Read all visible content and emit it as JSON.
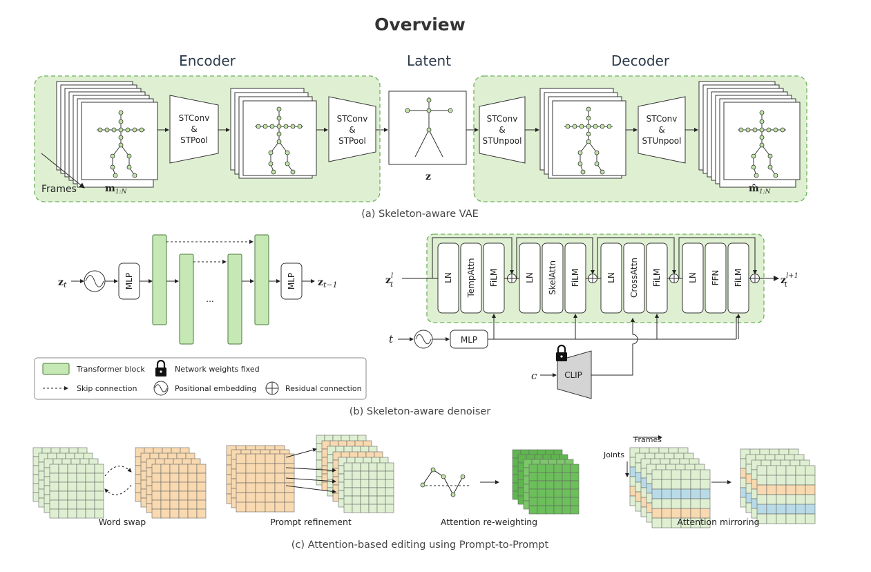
{
  "title": "Overview",
  "vae": {
    "encoder_label": "Encoder",
    "latent_label": "Latent",
    "decoder_label": "Decoder",
    "stconv_pool_1": [
      "STConv",
      "&",
      "STPool"
    ],
    "stconv_pool_2": [
      "STConv",
      "&",
      "STPool"
    ],
    "stconv_unpool_1": [
      "STConv",
      "&",
      "STUnpool"
    ],
    "stconv_unpool_2": [
      "STConv",
      "&",
      "STUnpool"
    ],
    "frames_label": "Frames",
    "input_symbol": "m",
    "input_subscript": "1:N",
    "latent_symbol": "z",
    "output_symbol": "m̂",
    "output_subscript": "1:N",
    "caption": "(a) Skeleton-aware VAE"
  },
  "denoiser": {
    "input_symbol": "z",
    "input_sub": "t",
    "output_symbol": "z",
    "output_sub": "t−1",
    "mlp_label": "MLP",
    "ellipsis": "...",
    "legend": {
      "transformer_block": "Transformer block",
      "weights_fixed": "Network weights fixed",
      "skip_connection": "Skip connection",
      "positional_embedding": "Positional embedding",
      "residual_connection": "Residual connection"
    },
    "block_input_symbol": "z",
    "block_input_sub": "t",
    "block_input_sup": "l",
    "block_output_symbol": "z",
    "block_output_sub": "t",
    "block_output_sup": "l+1",
    "layers": [
      [
        "LN",
        "TempAttn",
        "FiLM"
      ],
      [
        "LN",
        "SkelAttn",
        "FiLM"
      ],
      [
        "LN",
        "CrossAttn",
        "FiLM"
      ],
      [
        "LN",
        "FFN",
        "FiLM"
      ]
    ],
    "t_label": "t",
    "c_label": "c",
    "time_mlp_label": "MLP",
    "clip_label": "CLIP",
    "caption": "(b) Skeleton-aware denoiser"
  },
  "editing": {
    "word_swap": "Word swap",
    "prompt_refinement": "Prompt refinement",
    "attention_reweighting": "Attention re-weighting",
    "attention_mirroring": "Attention mirroring",
    "frames_label": "Frames",
    "joints_label": "Joints",
    "caption": "(c) Attention-based editing using Prompt-to-Prompt"
  },
  "colors": {
    "green_fill": "#dff0d2",
    "block_green": "#c6e8b4",
    "orange_fill": "#f8d9b0",
    "blue_fill": "#b9dbe8",
    "dark_green": "#6cbf5b",
    "clip_gray": "#d4d4d4"
  }
}
